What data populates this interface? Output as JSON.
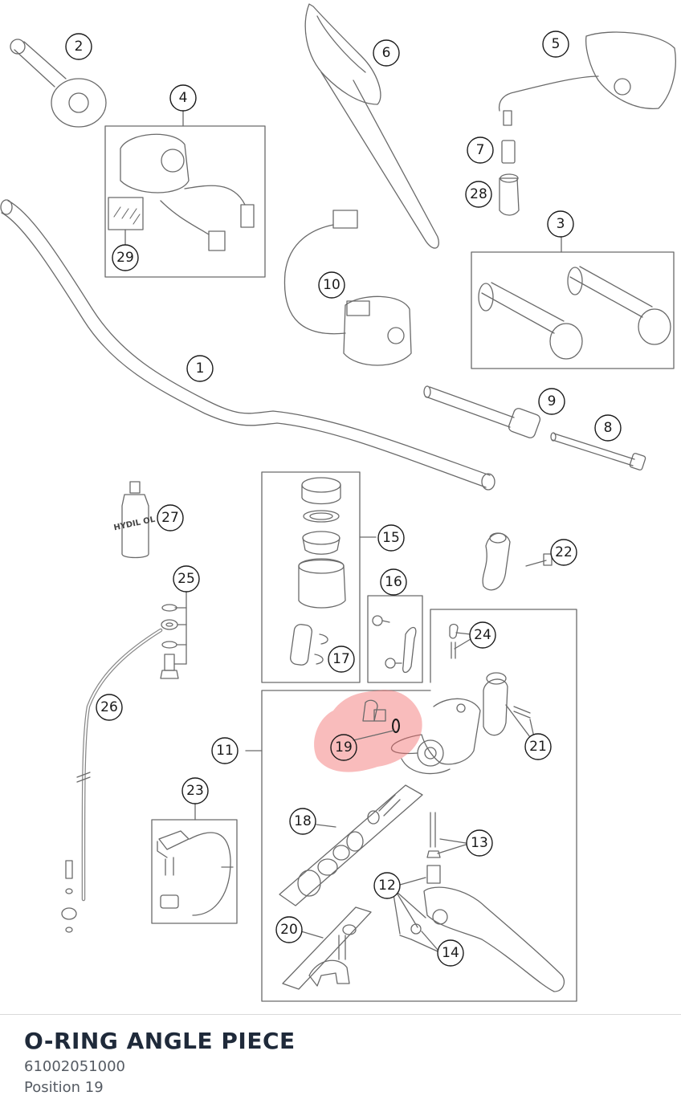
{
  "diagram": {
    "callouts": [
      {
        "label": "1"
      },
      {
        "label": "2"
      },
      {
        "label": "3"
      },
      {
        "label": "4"
      },
      {
        "label": "5"
      },
      {
        "label": "6"
      },
      {
        "label": "7"
      },
      {
        "label": "8"
      },
      {
        "label": "9"
      },
      {
        "label": "10"
      },
      {
        "label": "11"
      },
      {
        "label": "12"
      },
      {
        "label": "13"
      },
      {
        "label": "14"
      },
      {
        "label": "15"
      },
      {
        "label": "16"
      },
      {
        "label": "17"
      },
      {
        "label": "18"
      },
      {
        "label": "19"
      },
      {
        "label": "20"
      },
      {
        "label": "21"
      },
      {
        "label": "22"
      },
      {
        "label": "23"
      },
      {
        "label": "24"
      },
      {
        "label": "25"
      },
      {
        "label": "26"
      },
      {
        "label": "27"
      },
      {
        "label": "28"
      },
      {
        "label": "29"
      }
    ],
    "oil_bottle_text": "HYDIL OL",
    "highlight_color": "#f26b6b",
    "line_color": "#555555"
  },
  "part": {
    "title": "O-RING ANGLE PIECE",
    "number": "61002051000",
    "position": "Position 19"
  }
}
